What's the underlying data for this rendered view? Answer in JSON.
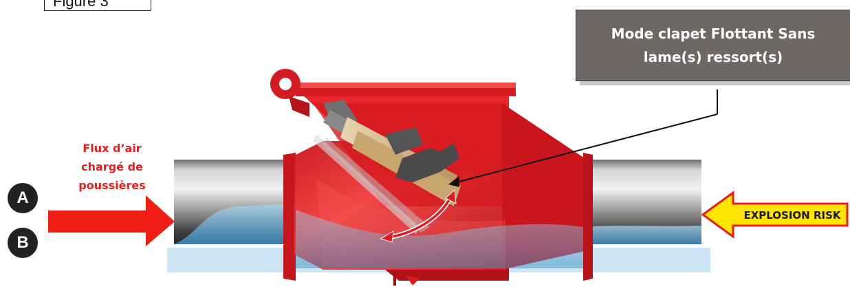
{
  "figure_label": "Figure 3",
  "callout": {
    "text": "Mode clapet Flottant Sans lame(s) ressort(s)"
  },
  "flow_label": {
    "text": "Flux d’air chargé de poussières",
    "color": "#e81d1d"
  },
  "badges": [
    {
      "letter": "A"
    },
    {
      "letter": "B"
    }
  ],
  "risk_arrow": {
    "text": "EXPLOSION RISK",
    "fill": "#ffe500",
    "border": "#e81d1d"
  },
  "colors": {
    "valve_red": "#e01b22",
    "pipe_grey": "#8f8f8f",
    "dust_blue": "#5aa8d8"
  },
  "icons": [
    "air-flow-arrow",
    "explosion-risk-arrow",
    "swing-motion-arrow"
  ]
}
